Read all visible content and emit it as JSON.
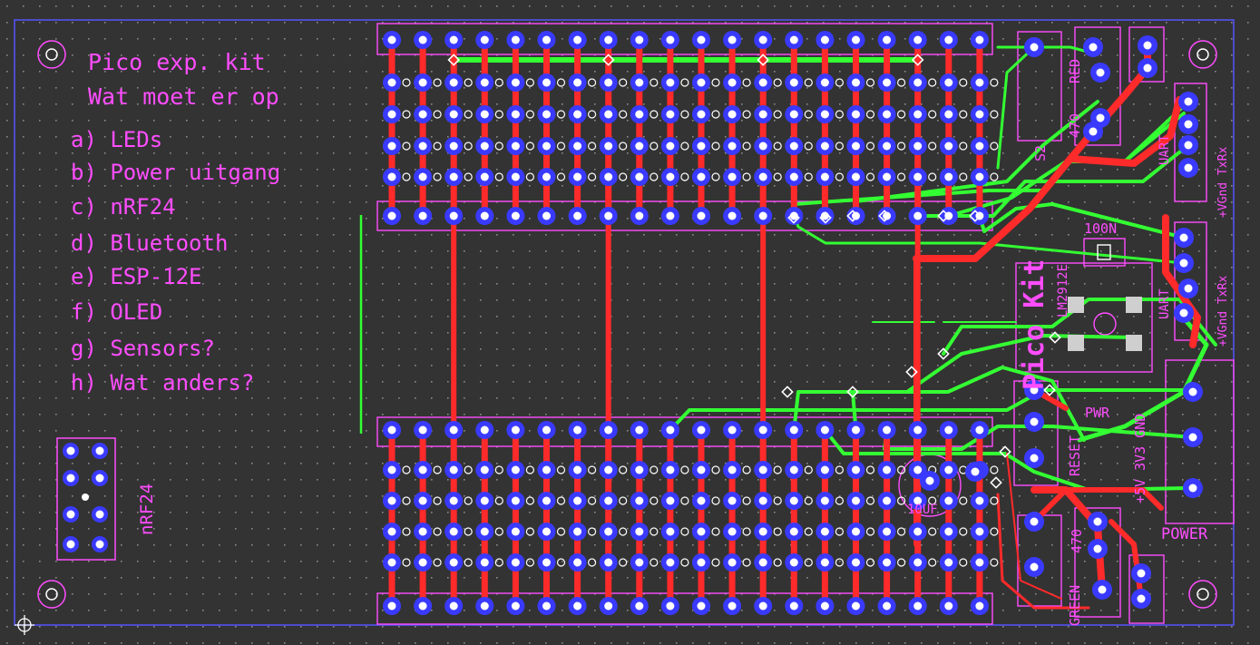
{
  "notes": {
    "title": "Pico exp. kit",
    "subtitle": "Wat moet er op",
    "items": [
      "a) LEDs",
      "b) Power uitgang",
      "c) nRF24",
      "d) Bluetooth",
      "e) ESP-12E",
      "f) OLED",
      "g) Sensors?",
      "h) Wat anders?"
    ]
  },
  "labels": {
    "nrf24": "nRF24",
    "power": "POWER",
    "pico_kit": "Pico Kit",
    "reset": "RESET",
    "pwr": "PWR",
    "red": "RED",
    "green": "GREEN",
    "r1": "470",
    "r2": "470",
    "s2": "S2",
    "cap1": "100N",
    "cap2": "10UF",
    "regulator": "LM2912E",
    "uart1": "UART",
    "uart2": "UART",
    "uart1_pins": "+VGnd TxRx",
    "uart2_pins": "+VGnd TxRx",
    "power_pins": "+5V 3V3 GND"
  },
  "colors": {
    "background": "#333333",
    "board_outline": "#5555ff",
    "silkscreen": "#ff4dff",
    "top_copper": "#ff2a2a",
    "bottom_copper": "#33ff33",
    "pad": "#3a3aff",
    "drill": "#ffffff",
    "grid_dot": "#8a8a8a",
    "smd_pad": "#cfcfcf"
  },
  "icons": {
    "mounting_hole": "mounting-hole-icon",
    "origin": "origin-crosshair-icon"
  }
}
